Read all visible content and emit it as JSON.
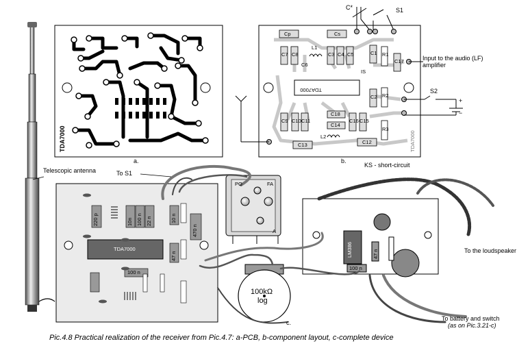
{
  "panel_a": {
    "label": "a.",
    "pcb_text": "TDA7000"
  },
  "panel_b": {
    "label": "b.",
    "chip": "TDA7000",
    "chip_pin": "IS",
    "board_vertical": "TDA7000",
    "components": {
      "cp": "Cp",
      "cs": "Cs",
      "l1": "L1",
      "l2": "L2",
      "c1": "C1",
      "c2": "C2",
      "c3": "C3",
      "c4": "C4",
      "c5": "C5",
      "c6": "C6",
      "c7": "C7",
      "c8": "C8",
      "c9": "C9",
      "c10": "C10",
      "c11": "C11",
      "c12": "C12",
      "c13": "C13",
      "c14": "C14",
      "c15": "C15",
      "c16": "C16",
      "c17": "C17",
      "c18": "C18",
      "r1": "R1",
      "r2": "R2",
      "r3": "R3"
    },
    "c_star": "C*",
    "s1": "S1",
    "s2": "S2",
    "plus": "+",
    "minus": "−",
    "input_label": "Input to the audio (LF) amplifier",
    "ks_note": "KS - short-circuit"
  },
  "panel_c": {
    "label": "c.",
    "antenna": "Telescopic antenna",
    "to_s1": "To S1",
    "chip": "TDA7000",
    "parts": {
      "p1": "10n",
      "p2": "100 n",
      "p3": "22 n",
      "p4": "220 p",
      "p5": "470 n",
      "p6": "10 n",
      "p7": "47 n",
      "p8": "100 n"
    },
    "pot": {
      "value": "100kΩ",
      "taper": "log"
    },
    "var_cap": {
      "po": "PO",
      "fa": "FA",
      "a": "A"
    },
    "amp_chip": "LM386",
    "amp_parts": {
      "r": "47 n",
      "c": "100 n"
    },
    "loudspeaker": "To the loudspeaker",
    "battery": "To battery and switch",
    "battery_ref": "(as on Pic.3.21-c)"
  },
  "caption": "Pic.4.8 Practical realization of the receiver from Pic.4.7: a-PCB, b-component layout, c-complete device"
}
